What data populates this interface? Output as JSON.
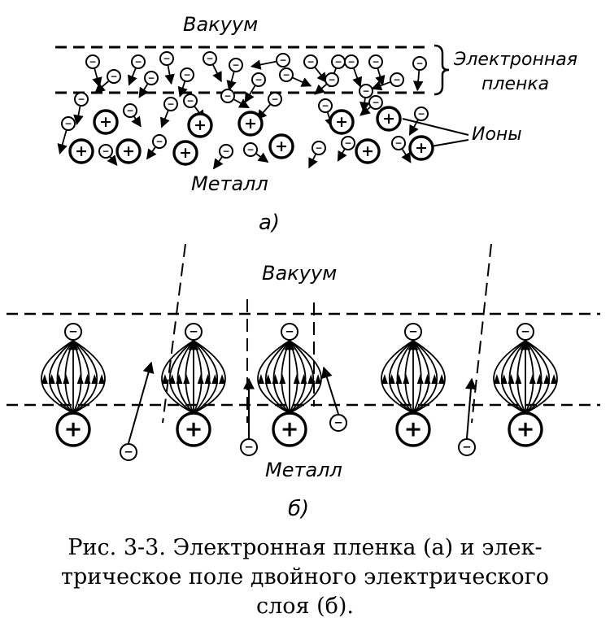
{
  "panel_a": {
    "label_vacuum": "Вакуум",
    "label_film_line1": "Электронная",
    "label_film_line2": "пленка",
    "label_ions": "Ионы",
    "label_metal": "Металл",
    "panel_label": "а)"
  },
  "panel_b": {
    "label_vacuum": "Вакуум",
    "label_metal": "Металл",
    "panel_label": "б)"
  },
  "symbols": {
    "plus": "+",
    "minus": "−"
  },
  "caption": {
    "line1": "Рис. 3-3. Электронная пленка (а) и элек-",
    "line2": "трическое поле двойного электрического",
    "line3": "слоя (б)."
  }
}
